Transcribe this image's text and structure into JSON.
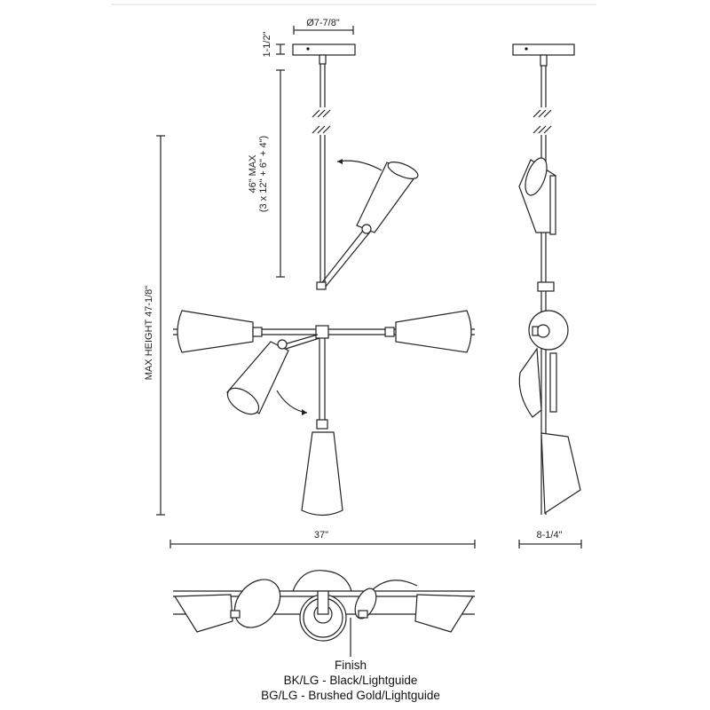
{
  "dimensions": {
    "canopy_diameter": "Ø7-7/8\"",
    "canopy_height": "1-1/2\"",
    "stem_max": "46\" MAX",
    "stem_breakdown": "(3 x 12\" + 6\" + 4\")",
    "max_height": "MAX HEIGHT 47-1/8\"",
    "width": "37\"",
    "depth": "8-1/4\""
  },
  "finish": {
    "title": "Finish",
    "options": [
      "BK/LG - Black/Lightguide",
      "BG/LG - Brushed Gold/Lightguide"
    ]
  }
}
